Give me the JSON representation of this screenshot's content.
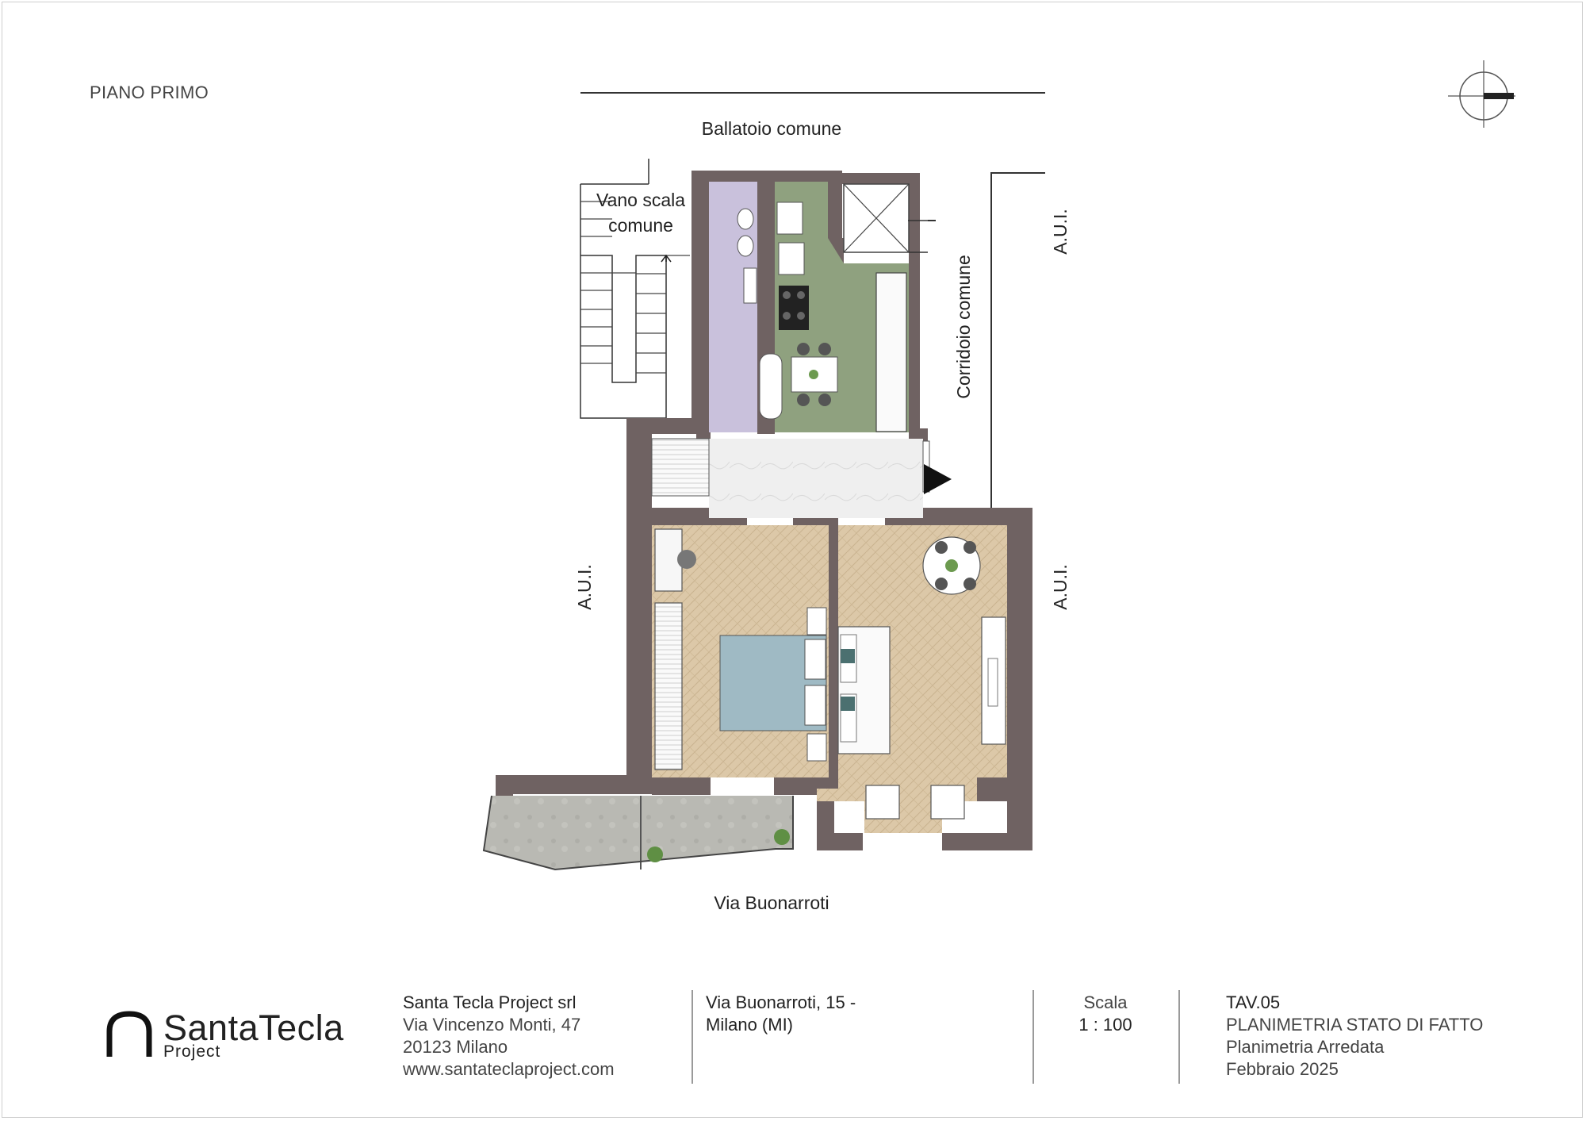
{
  "header": {
    "floor_label": "PIANO PRIMO"
  },
  "plan": {
    "labels": {
      "top_corridor": "Ballatoio comune",
      "stair_line1": "Vano scala",
      "stair_line2": "comune",
      "corridor": "Corridoio comune",
      "aui_top_right": "A.U.I.",
      "aui_left": "A.U.I.",
      "aui_right": "A.U.I.",
      "street": "Via Buonarroti"
    },
    "colors": {
      "wall": "#6f6262",
      "bathroom": "#c9c1dc",
      "kitchen": "#8fa17f",
      "entrance": "#ededed",
      "parquet": "#dcc8a8",
      "balcony": "#b8b8b2",
      "bed": "#9fbac4"
    }
  },
  "logo": {
    "name": "SantaTecla",
    "sub": "Project"
  },
  "company": {
    "name": "Santa Tecla Project srl",
    "address": "Via Vincenzo Monti, 47",
    "city": "20123 Milano",
    "website": "www.santateclaproject.com"
  },
  "property": {
    "address_line1": "Via Buonarroti, 15 -",
    "address_line2": "Milano (MI)"
  },
  "scale": {
    "label": "Scala",
    "value": "1 : 100"
  },
  "sheet": {
    "number": "TAV.05",
    "title": "PLANIMETRIA STATO DI FATTO",
    "subtitle": "Planimetria Arredata",
    "date": "Febbraio 2025"
  }
}
